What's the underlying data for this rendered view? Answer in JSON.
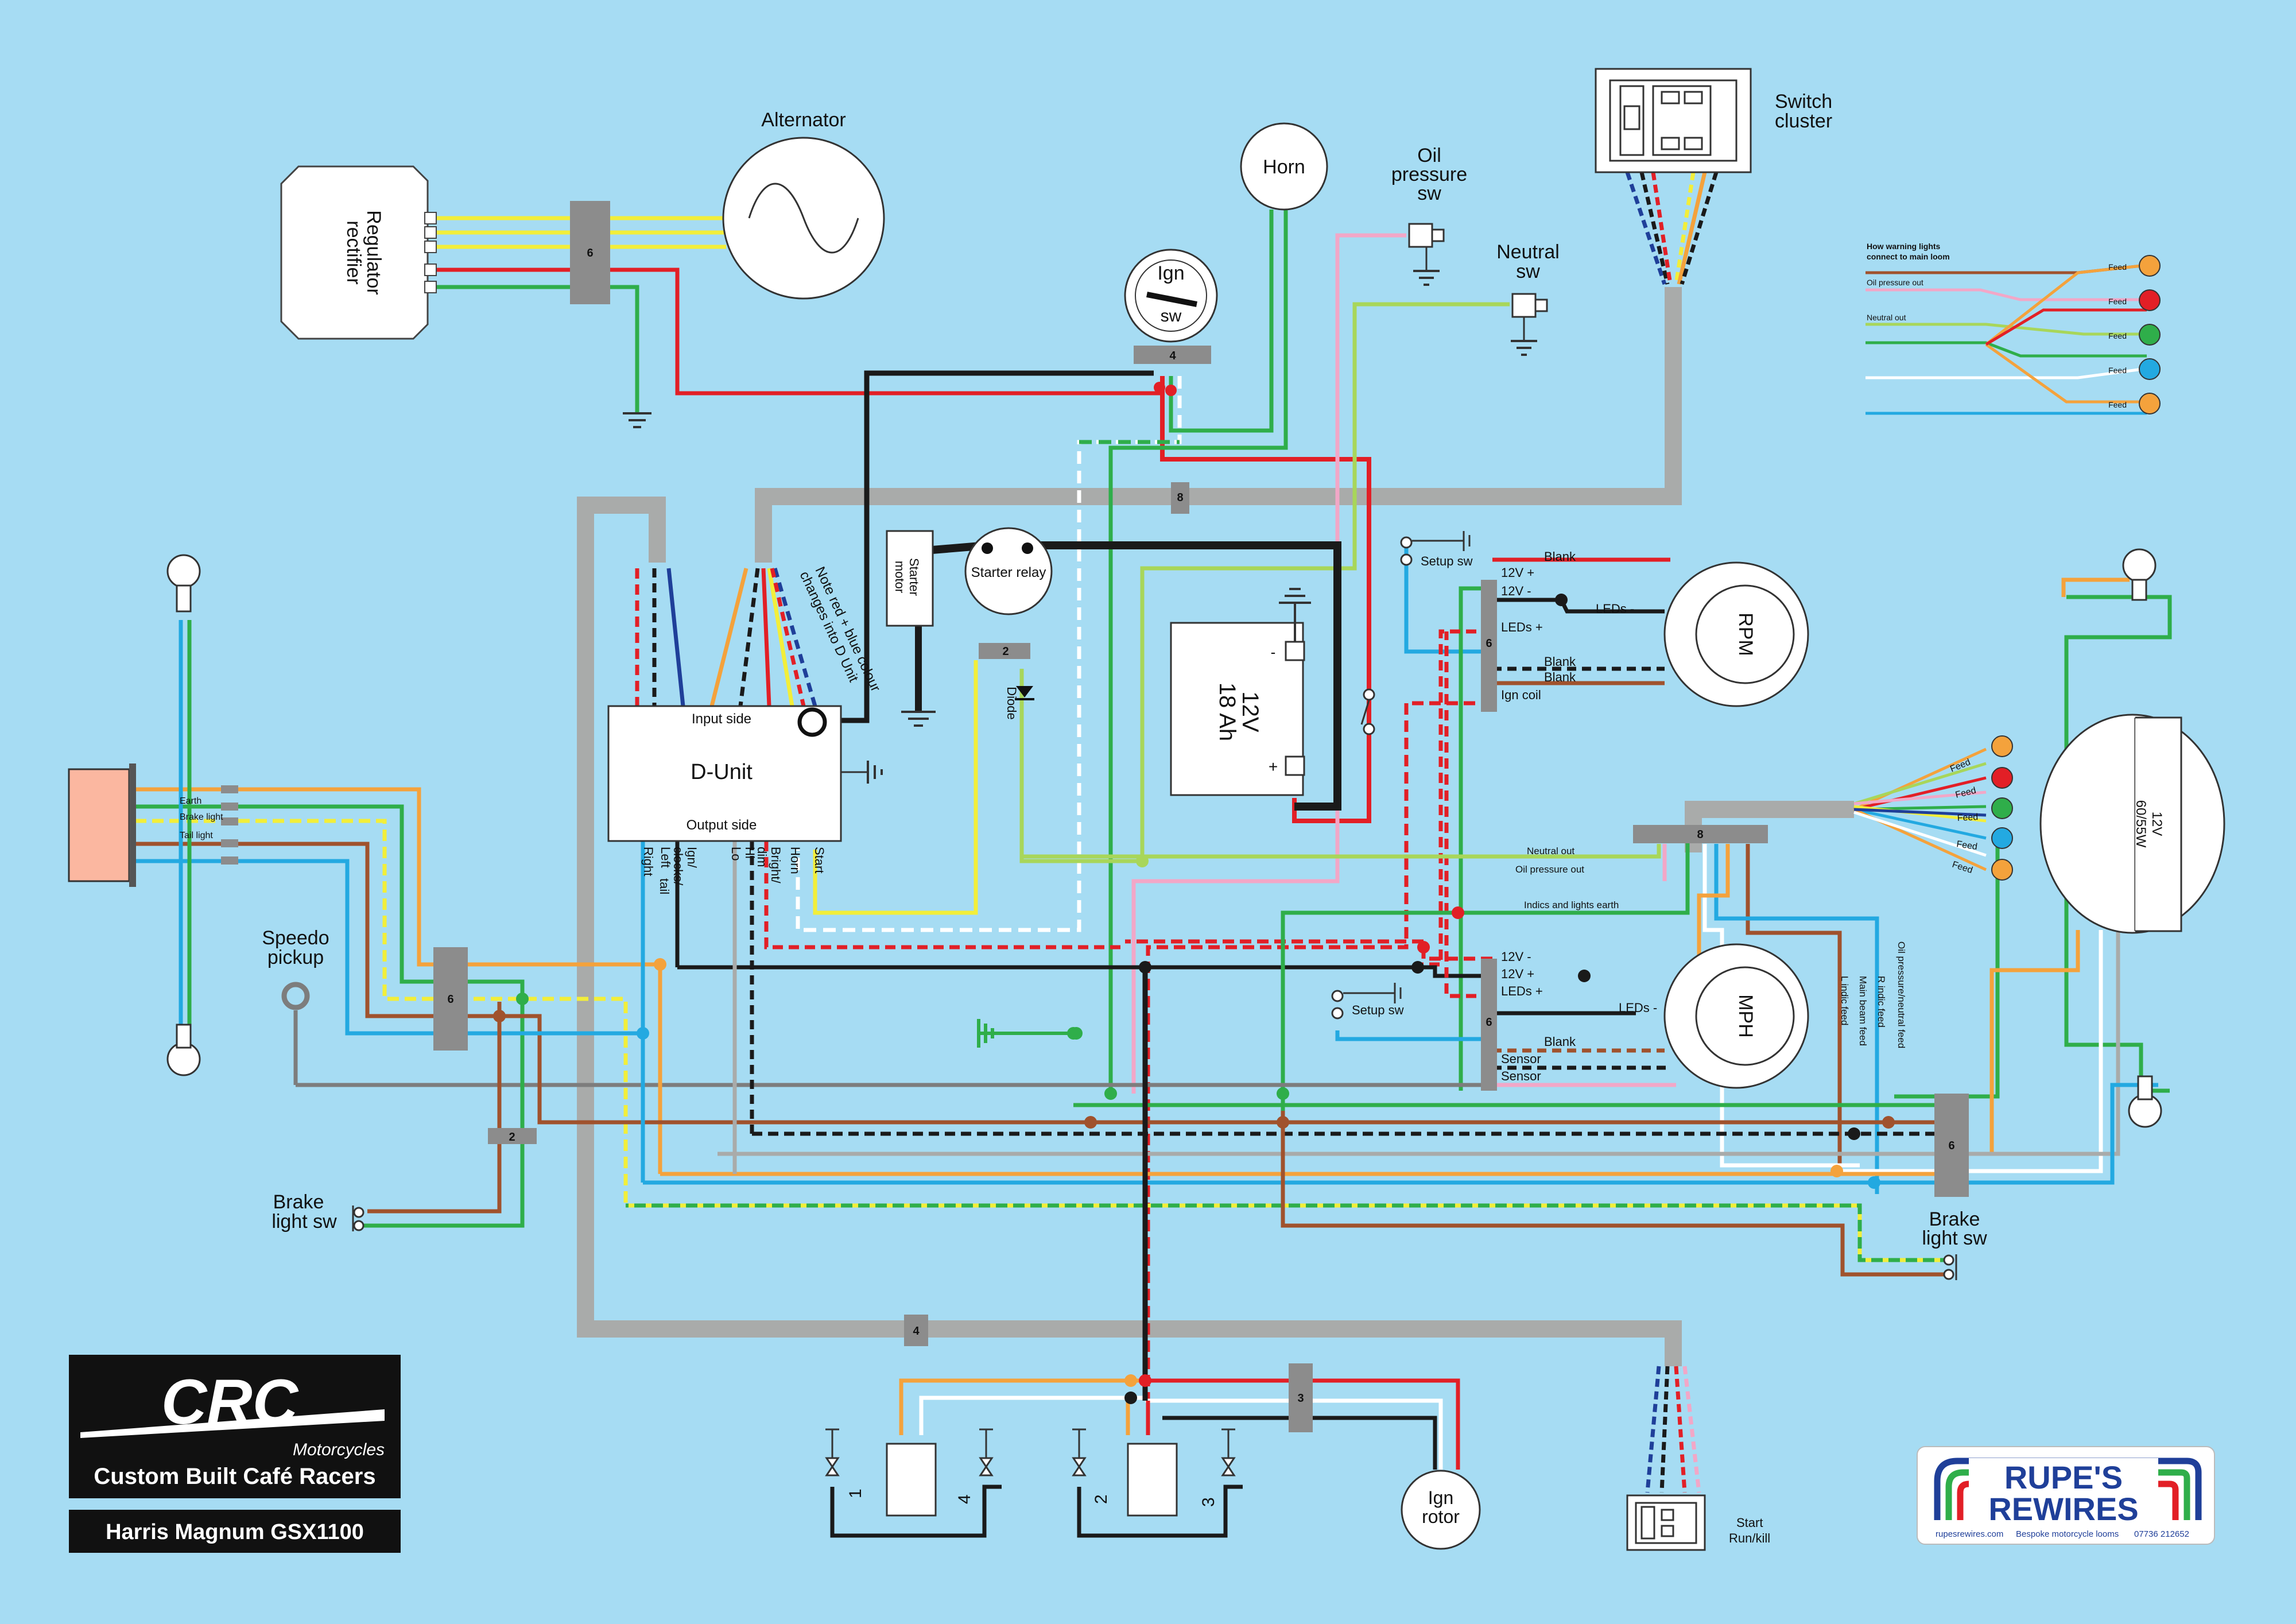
{
  "colors": {
    "background": "#a6dcf3",
    "loom": "#a9abaa",
    "red": "#e21f26",
    "black": "#1a1a1a",
    "yellow": "#f2ee3a",
    "green": "#2fae4a",
    "orange": "#f4a23c",
    "blue": "#23a9e1",
    "pink": "#f2a7c7",
    "brown": "#a0522d",
    "white": "#ffffff",
    "grey": "#7d7d7d",
    "lightgreen": "#a8d65a",
    "darkblue": "#1f3f99"
  },
  "components": {
    "alternator": "Alternator",
    "regulator": [
      "Regulator",
      "rectifier"
    ],
    "horn": "Horn",
    "ign_sw": [
      "Ign",
      "sw"
    ],
    "oil_pressure_sw": [
      "Oil",
      "pressure",
      "sw"
    ],
    "neutral_sw": [
      "Neutral",
      "sw"
    ],
    "switch_cluster": [
      "Switch",
      "cluster"
    ],
    "starter_motor": [
      "Starter",
      "motor"
    ],
    "starter_relay": "Starter relay",
    "diode": "Diode",
    "battery": [
      "12V",
      "18 Ah"
    ],
    "battery_minus": "-",
    "battery_plus": "+",
    "d_unit": "D-Unit",
    "d_unit_input": "Input side",
    "d_unit_output": "Output side",
    "d_unit_note": [
      "Note red + blue colour",
      "changes into D Unit"
    ],
    "d_unit_outputs": [
      "Right",
      "Left",
      "Ign/",
      "clocks/",
      "tail",
      "Lo",
      "Hi",
      "Bright/",
      "dim",
      "Horn",
      "Start"
    ],
    "rpm": "RPM",
    "mph": "MPH",
    "headlight": [
      "12V",
      "60/55W"
    ],
    "speedo_pickup": [
      "Speedo",
      "pickup"
    ],
    "brake_sw_left": [
      "Brake",
      "light sw"
    ],
    "brake_sw_right": [
      "Brake",
      "light sw"
    ],
    "ign_rotor": [
      "Ign",
      "rotor"
    ],
    "start_run_kill": [
      "Start",
      "Run/kill"
    ],
    "setup_sw": "Setup sw",
    "coil_numbers": [
      "1",
      "4",
      "2",
      "3"
    ]
  },
  "rpm_labels": [
    "Blank",
    "12V +",
    "12V -",
    "LEDs -",
    "LEDs +",
    "Blank",
    "Blank",
    "Ign coil"
  ],
  "mph_labels": [
    "12V -",
    "12V +",
    "LEDs +",
    "LEDs -",
    "Blank",
    "Sensor",
    "Sensor"
  ],
  "taillight_labels": [
    "Earth",
    "Brake light",
    "Tail light"
  ],
  "harness_labels": [
    "Neutral out",
    "Oil pressure out",
    "Indics and lights earth"
  ],
  "vertical_labels": [
    "Oil pressure/neutral feed",
    "R indic feed",
    "Main beam feed",
    "L indic feed"
  ],
  "connector_counts": [
    "6",
    "4",
    "8",
    "2",
    "6",
    "6",
    "6",
    "8",
    "6",
    "2",
    "4",
    "3"
  ],
  "warning_key": {
    "title": [
      "How warning lights",
      "connect to main loom"
    ],
    "rows": [
      "Oil pressure out",
      "Neutral out"
    ],
    "feed": "Feed"
  },
  "headlight_feed": "Feed",
  "branding": {
    "logo": "CRC",
    "script": "Motorcycles",
    "tagline": "Custom Built Café Racers",
    "model": "Harris Magnum GSX1100",
    "rupes_line1": "RUPE'S",
    "rupes_line2": "REWIRES",
    "rupes_url": "rupesrewires.com",
    "rupes_desc": "Bespoke motorcycle looms",
    "rupes_phone": "07736 212652"
  }
}
